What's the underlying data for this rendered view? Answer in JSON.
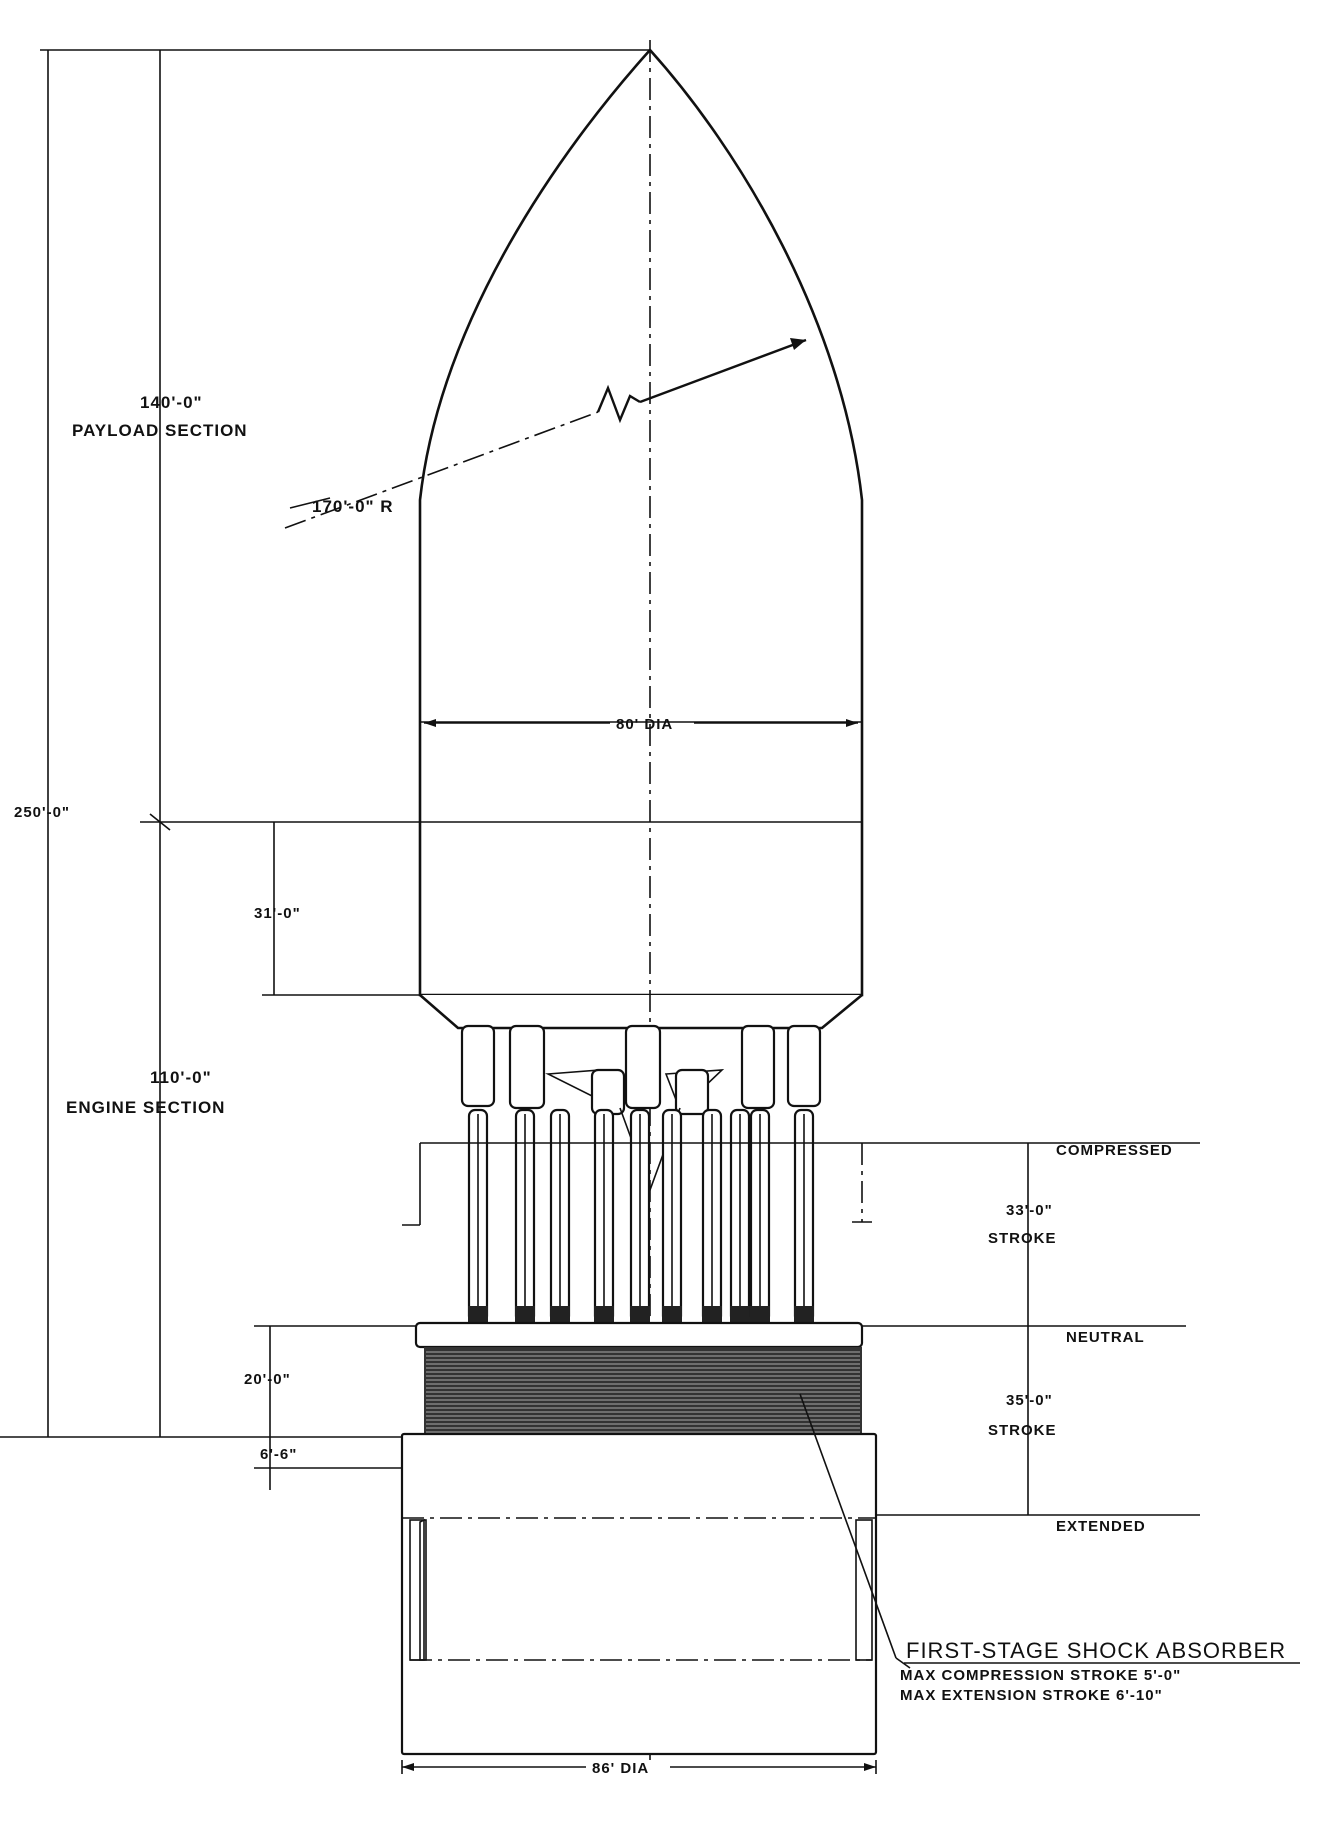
{
  "dimensions": {
    "overall_height": "250'-0\"",
    "payload_height": "140'-0\"",
    "payload_label": "PAYLOAD SECTION",
    "engine_height": "110'-0\"",
    "engine_label": "ENGINE SECTION",
    "radius": "170'-0\" R",
    "upper_diameter": "80' DIA",
    "section_height": "31'-0\"",
    "compressed_stroke": "33'-0\"",
    "compressed_stroke_label": "STROKE",
    "extended_stroke": "35'-0\"",
    "extended_stroke_label": "STROKE",
    "absorber_height": "20'-0\"",
    "foot_height": "6'-6\"",
    "base_diameter": "86' DIA"
  },
  "positions": {
    "compressed": "COMPRESSED",
    "neutral": "NEUTRAL",
    "extended": "EXTENDED"
  },
  "callout": {
    "title": "FIRST-STAGE SHOCK ABSORBER",
    "line1": "MAX COMPRESSION STROKE 5'-0\"",
    "line2": "MAX EXTENSION STROKE 6'-10\""
  }
}
